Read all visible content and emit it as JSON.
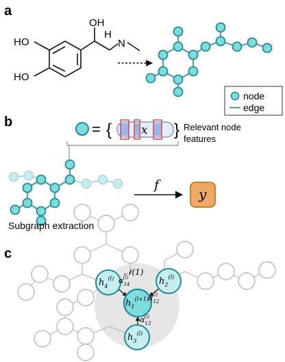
{
  "panels": {
    "a": {
      "label": "a"
    },
    "b": {
      "label": "b"
    },
    "c": {
      "label": "c"
    }
  },
  "molecule": {
    "oh_top": "OH",
    "ho_upper": "HO",
    "ho_lower": "HO",
    "nh": "N",
    "h": "H"
  },
  "legend": {
    "node_label": "node",
    "edge_label": "edge"
  },
  "features": {
    "x_symbol": "x",
    "equals": "=",
    "open_brace": "{",
    "close_brace": "}",
    "caption_line1": "Relevant node",
    "caption_line2": "features"
  },
  "subgraph": {
    "caption": "Subgraph extraction",
    "f_symbol": "f",
    "y_symbol": "y"
  },
  "neighborhood": {
    "label": "𝒩(1)",
    "center": {
      "h": "h",
      "sub": "1",
      "sup": "(l+1)"
    },
    "n2": {
      "h": "h",
      "sub": "2",
      "sup": "(l)"
    },
    "n3": {
      "h": "h",
      "sub": "3",
      "sup": "(l)"
    },
    "n4": {
      "h": "h",
      "sub": "4",
      "sup": "(l)"
    },
    "a14": {
      "alpha": "α",
      "sub": "14",
      "sup": "(l)"
    },
    "a12": {
      "alpha": "α",
      "sub": "12",
      "sup": "(l)"
    },
    "a13": {
      "alpha": "α",
      "sub": "13",
      "sup": "(l)"
    }
  },
  "colors": {
    "node_fill": "#7fdcdc",
    "node_stroke": "#1e8a96",
    "edge": "#5a9aa6",
    "faded_fill": "#c6eef0",
    "faded_edge": "#a9d4da",
    "gray_node": "#bdbdbd",
    "neighborhood_bg": "#e6e6e6",
    "y_fill": "#f0a868",
    "y_stroke": "#c8741e",
    "feature_blue": "#9fb4e6",
    "feature_red": "#e0453a"
  }
}
